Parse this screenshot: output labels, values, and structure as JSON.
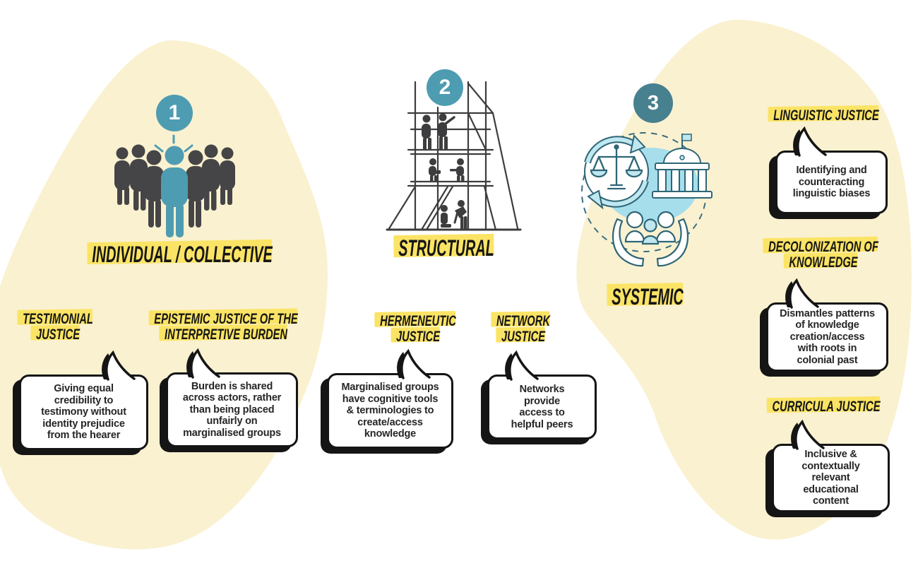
{
  "colors": {
    "background": "#ffffff",
    "blob": "#FAF1D0",
    "teal": "#4E9CB1",
    "teal_dark": "#47808F",
    "highlight": "#FBE465",
    "ink": "#151515",
    "figure_gray": "#454547",
    "icon_outline": "#2F6577",
    "icon_fill_light": "#BFE7F0"
  },
  "sections": {
    "individual": {
      "number": "1",
      "title": "INDIVIDUAL / COLLECTIVE",
      "icon": "people-group-icon"
    },
    "structural": {
      "number": "2",
      "title": "STRUCTURAL",
      "icon": "scaffolding-icon"
    },
    "systemic": {
      "number": "3",
      "title": "SYSTEMIC",
      "icon": "justice-system-icon"
    }
  },
  "cards": {
    "testimonial": {
      "heading1": "TESTIMONIAL",
      "heading2": "JUSTICE",
      "body": "Giving equal\ncredibility to\ntestimony without\nidentity prejudice\nfrom the hearer"
    },
    "interpretive": {
      "heading1": "EPISTEMIC JUSTICE OF THE",
      "heading2": "INTERPRETIVE BURDEN",
      "body": "Burden is shared\nacross actors, rather\nthan being placed\nunfairly on\nmarginalised groups"
    },
    "hermeneutic": {
      "heading1": "HERMENEUTIC",
      "heading2": "JUSTICE",
      "body": "Marginalised groups\nhave cognitive tools\n& terminologies to\ncreate/access\nknowledge"
    },
    "network": {
      "heading1": "NETWORK",
      "heading2": "JUSTICE",
      "body": "Networks\nprovide\naccess to\nhelpful peers"
    },
    "linguistic": {
      "heading1": "LINGUISTIC JUSTICE",
      "body": "Identifying and\ncounteracting\nlinguistic biases"
    },
    "decolonization": {
      "heading1": "DECOLONIZATION OF",
      "heading2": "KNOWLEDGE",
      "body": "Dismantles patterns\nof knowledge\ncreation/access\nwith roots in\ncolonial past"
    },
    "curricula": {
      "heading1": "CURRICULA JUSTICE",
      "body": "Inclusive &\ncontextually\nrelevant\neducational\ncontent"
    }
  }
}
